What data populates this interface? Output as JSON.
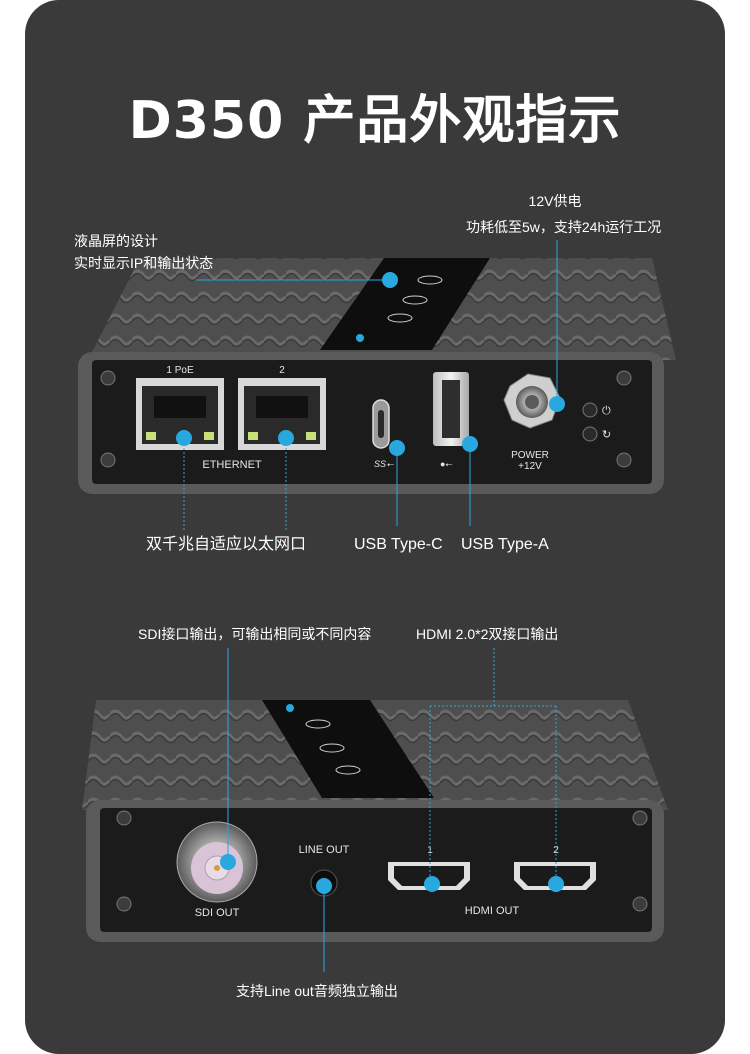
{
  "title": "D350 产品外观指示",
  "top_device": {
    "callouts": {
      "lcd_line1": "液晶屏的设计",
      "lcd_line2": "实时显示IP和输出状态",
      "power_line1": "12V供电",
      "power_line2": "功耗低至5w，支持24h运行工况",
      "ethernet": "双千兆自适应以太网口",
      "usb_c": "USB Type-C",
      "usb_a": "USB Type-A"
    },
    "panel_labels": {
      "port1": "1  PoE",
      "port2": "2",
      "ethernet": "ETHERNET",
      "usb_c_mark": "SS",
      "power": "POWER",
      "voltage": "+12V"
    }
  },
  "bottom_device": {
    "callouts": {
      "sdi": "SDI接口输出，可输出相同或不同内容",
      "hdmi": "HDMI 2.0*2双接口输出",
      "line_out": "支持Line out音频独立输出"
    },
    "panel_labels": {
      "sdi_out": "SDI OUT",
      "line_out": "LINE OUT",
      "hdmi1": "1",
      "hdmi2": "2",
      "hdmi_out": "HDMI OUT"
    }
  },
  "colors": {
    "background": "#3a3a3a",
    "accent": "#29a8e0",
    "device_body": "#5a5a5a",
    "panel": "#1b1b1b"
  }
}
